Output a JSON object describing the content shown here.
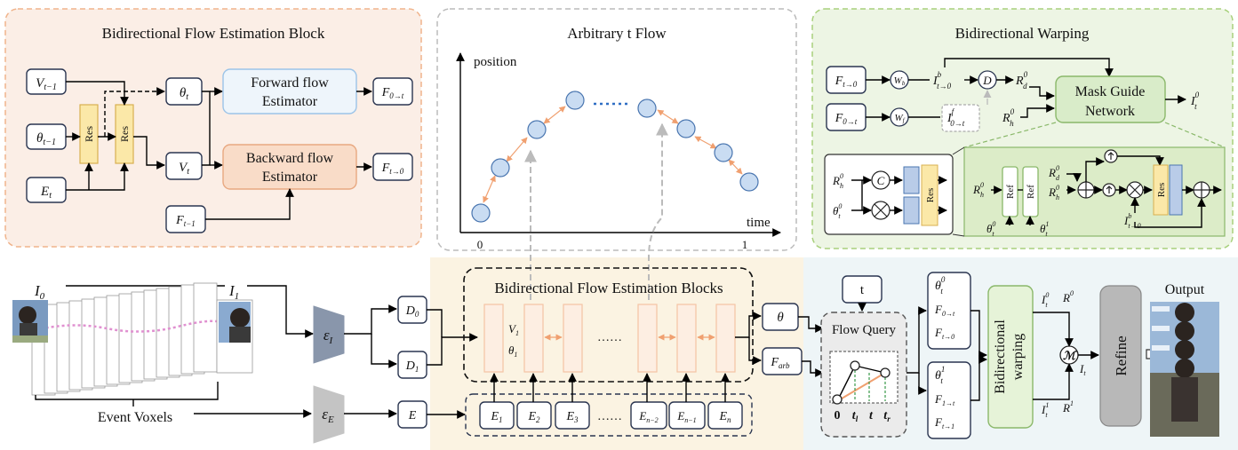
{
  "panels": {
    "bfeb_title": "Bidirectional Flow Estimation Block",
    "flow_title": "Arbitrary t Flow",
    "warp_title": "Bidirectional Warping"
  },
  "bfeb": {
    "v_in": "V",
    "v_in_sub": "t−1",
    "theta_in": "θ",
    "theta_in_sub": "t−1",
    "e_in": "E",
    "e_in_sub": "t",
    "res1": "Res",
    "res2": "Res",
    "theta_out": "θ",
    "theta_out_sub": "t",
    "v_out": "V",
    "v_out_sub": "t",
    "fwd_line1": "Forward flow",
    "fwd_line2": "Estimator",
    "bwd_line1": "Backward flow",
    "bwd_line2": "Estimator",
    "f_fwd": "F",
    "f_fwd_sub": "0→t",
    "f_bwd": "F",
    "f_bwd_sub": "t→0",
    "f_prev": "F",
    "f_prev_sub": "t−1"
  },
  "flow_plot": {
    "ylabel": "position",
    "xlabel": "time",
    "tick0": "0",
    "tick1": "1"
  },
  "warp": {
    "f_t0": "F",
    "f_t0_sub": "t→0",
    "f_0t": "F",
    "f_0t_sub": "0→t",
    "wb": "W",
    "wb_sub": "b",
    "wf": "W",
    "wf_sub": "f",
    "ib": "I",
    "ib_sub": "t→0",
    "ib_sup": "b",
    "if": "I",
    "if_sub": "0→t",
    "if_sup": "f",
    "d": "D",
    "rd": "R",
    "rd_sub": "d",
    "rd_sup": "0",
    "rh": "R",
    "rh_sub": "h",
    "rh_sup": "0",
    "mask_line1": "Mask Guide",
    "mask_line2": "Network",
    "it0": "I",
    "it0_sub": "t",
    "it0_sup": "0",
    "c": "C",
    "res": "Res",
    "ref1": "Ref",
    "ref2": "Ref",
    "theta0": "θ",
    "theta0_sub": "t",
    "theta0_sup": "0",
    "theta1": "θ",
    "theta1_sub": "t",
    "theta1_sup": "1"
  },
  "pipeline": {
    "i0": "I",
    "i0_sub": "0",
    "i1": "I",
    "i1_sub": "1",
    "event_voxels": "Event Voxels",
    "enc_i": "ε",
    "enc_i_sub": "I",
    "enc_e": "ε",
    "enc_e_sub": "E",
    "d0": "D",
    "d0_sub": "0",
    "d1": "D",
    "d1_sub": "1",
    "e": "E",
    "blocks_title": "Bidirectional Flow Estimation Blocks",
    "v1": "V",
    "v1_sub": "1",
    "theta1": "θ",
    "theta1_sub": "1",
    "dots": "……",
    "e_items": [
      "E",
      "E",
      "E",
      "E",
      "E",
      "E"
    ],
    "e_subs": [
      "1",
      "2",
      "3",
      "n−2",
      "n−1",
      "n"
    ],
    "theta": "θ",
    "farb": "F",
    "farb_sub": "arb",
    "t": "t",
    "flow_query": "Flow Query",
    "q0": "0",
    "ql": "t",
    "ql_sub": "l",
    "qt": "t",
    "qr": "t",
    "qr_sub": "r",
    "out0_theta": "θ",
    "out0_theta_sub": "t",
    "out0_theta_sup": "0",
    "out0_f1": "F",
    "out0_f1_sub": "0→t",
    "out0_f2": "F",
    "out0_f2_sub": "t→0",
    "out1_theta": "θ",
    "out1_theta_sub": "t",
    "out1_theta_sup": "1",
    "out1_f1": "F",
    "out1_f1_sub": "1→t",
    "out1_f2": "F",
    "out1_f2_sub": "t→1",
    "bw_line1": "Bidirectional",
    "bw_line2": "warping",
    "it0": "I",
    "it0_sub": "t",
    "it0_sup": "0",
    "r0": "R",
    "r0_sup": "0",
    "it1": "I",
    "it1_sub": "t",
    "it1_sup": "1",
    "r1": "R",
    "r1_sup": "1",
    "m": "ℳ",
    "it": "I",
    "it_sub": "t",
    "refine": "Refine",
    "output": "Output"
  },
  "colors": {
    "peach": "#fbeee6",
    "grey_panel": "#f5f5f5",
    "green_panel": "#edf5e4",
    "res_fill": "#fbe8a8",
    "fwd_fill": "#eef5fb",
    "bwd_fill": "#f9dcc8",
    "mask_fill": "#d9ecc9",
    "node_blue": "#c9dcf2",
    "flow_bg": "#ebebeb",
    "refine_fill": "#b8b8b8"
  }
}
